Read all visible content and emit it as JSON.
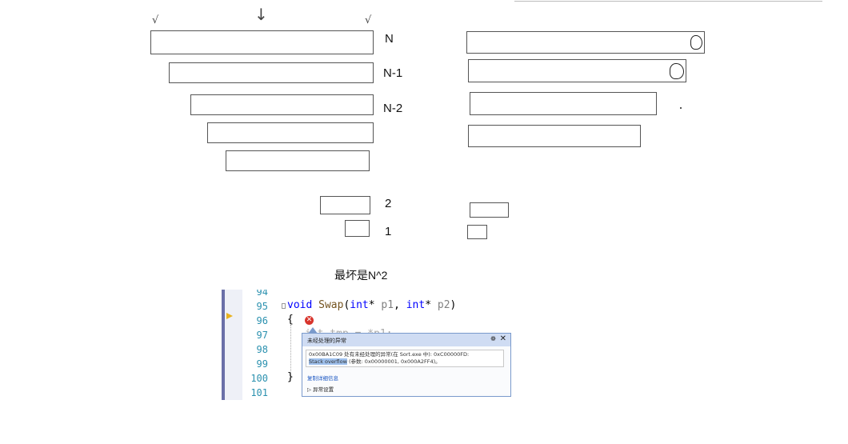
{
  "diagram": {
    "top_marks": [
      "√",
      "↓",
      "√"
    ],
    "labels": {
      "n": "N",
      "n_minus_1": "N-1",
      "n_minus_2": "N-2",
      "two": "2",
      "one": "1"
    },
    "caption": "最坏是N^2"
  },
  "editor": {
    "line_numbers": [
      "94",
      "95",
      "96",
      "97",
      "98",
      "99",
      "100",
      "101"
    ],
    "code": {
      "kw_void": "void",
      "fn_swap": "Swap",
      "open_paren": "(",
      "kw_int1": "int",
      "ptr1": "* ",
      "p1": "p1",
      "comma": ", ",
      "kw_int2": "int",
      "ptr2": "* ",
      "p2": "p2",
      "close_paren": ")",
      "open_brace": "{",
      "partial_line": "int tmp = *p1;",
      "close_brace": "}"
    },
    "popup": {
      "title": "未经处理的异常",
      "pin": "❁",
      "close": "✕",
      "message_line1": "0x00BA1C09 处有未经处理的异常(在 Sort.exe 中): 0xC00000FD:",
      "message_hl": "Stack overflow",
      "message_line2_rest": " (参数: 0x00000001, 0x000A2FF4)。",
      "copy_details": "复制详细信息",
      "exception_settings": "异常设置",
      "expander": "▷"
    }
  }
}
